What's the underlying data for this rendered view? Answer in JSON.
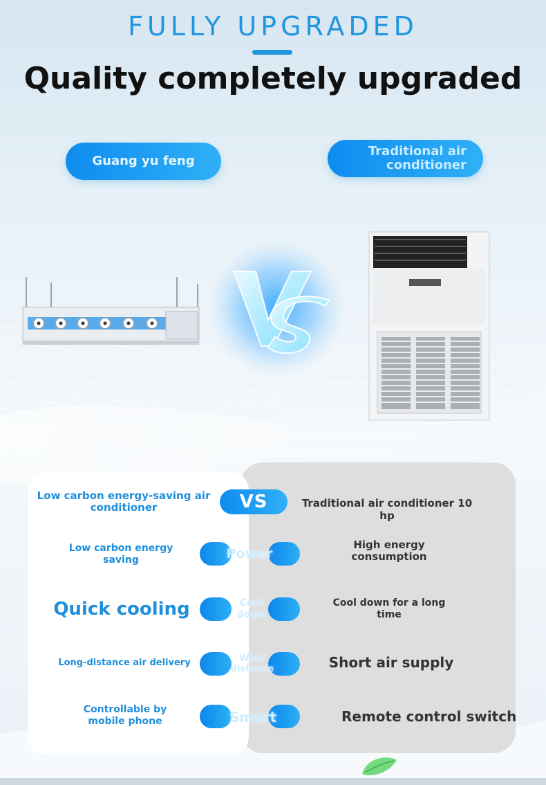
{
  "header": {
    "subtitle": "FULLY UPGRADED",
    "title": "Quality completely upgraded"
  },
  "labels": {
    "left": "Guang yu feng",
    "right": "Traditional air conditioner"
  },
  "vs_badge": "VS",
  "comparison": {
    "header": {
      "left": "Low carbon energy-saving air conditioner",
      "right": "Traditional air conditioner 10 hp"
    },
    "rows": [
      {
        "left": "Low carbon energy saving",
        "middle": "Power",
        "right": "High energy consumption"
      },
      {
        "left": "Quick cooling",
        "middle": "Cool down",
        "right": "Cool down for a long time"
      },
      {
        "left": "Long-distance air delivery",
        "middle": "Wind distance",
        "right": "Short air supply"
      },
      {
        "left": "Controllable by mobile phone",
        "middle": "Smart",
        "right": "Remote control switch"
      }
    ]
  },
  "colors": {
    "accent": "#2196e0",
    "panel_right": "#dedede"
  },
  "icons": {
    "vs": "vs-logo-icon",
    "leaf": "leaf-icon"
  }
}
